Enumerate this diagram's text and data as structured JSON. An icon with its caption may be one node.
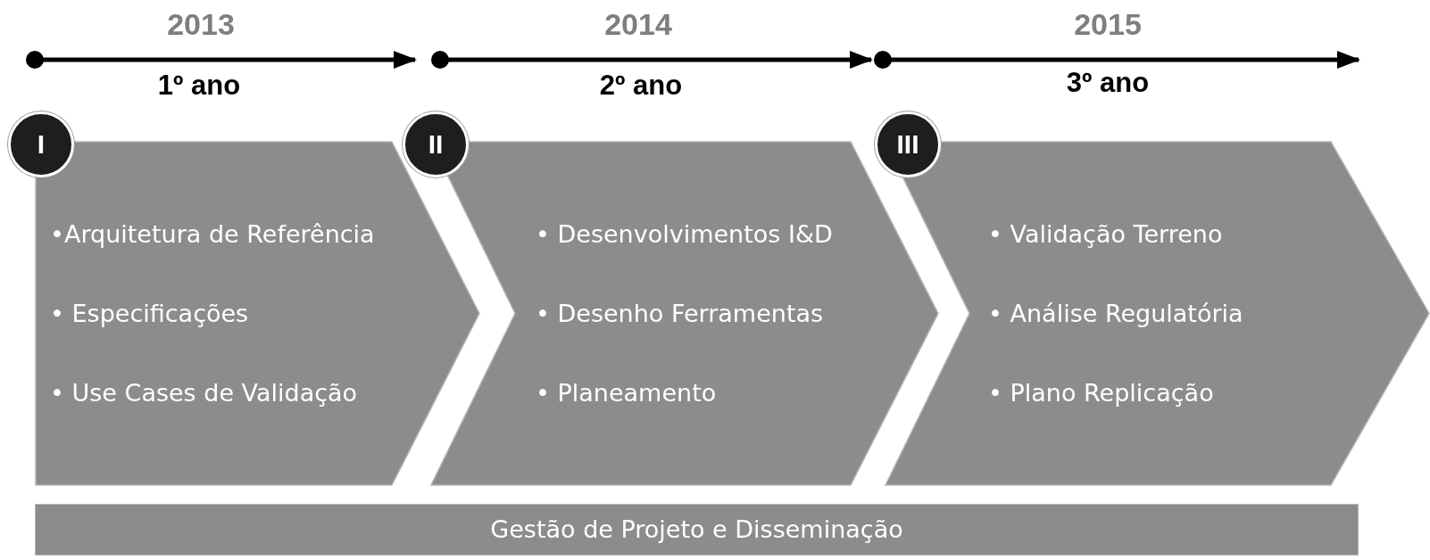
{
  "diagram": {
    "nodes": [
      {
        "text": [
          "I"
        ]
      },
      {
        "text": [
          "•Arquitetura de Referência",
          "• Especificações",
          "• Use Cases de Validação"
        ]
      },
      {
        "text": [
          "II"
        ]
      },
      {
        "text": [
          "• Desenvolvimentos I&D",
          "• Desenho Ferramentas",
          "• Planeamento"
        ]
      },
      {
        "text": [
          "III"
        ]
      },
      {
        "text": [
          "• Validação Terreno",
          "• Análise Regulatória",
          "• Plano Replicação"
        ]
      },
      {
        "text": [
          "Gestão de Projeto e Disseminação"
        ]
      }
    ],
    "edges": [],
    "labels": [
      "2013",
      "1º ano",
      "2014",
      "2º ano",
      "2015",
      "3º ano"
    ]
  }
}
